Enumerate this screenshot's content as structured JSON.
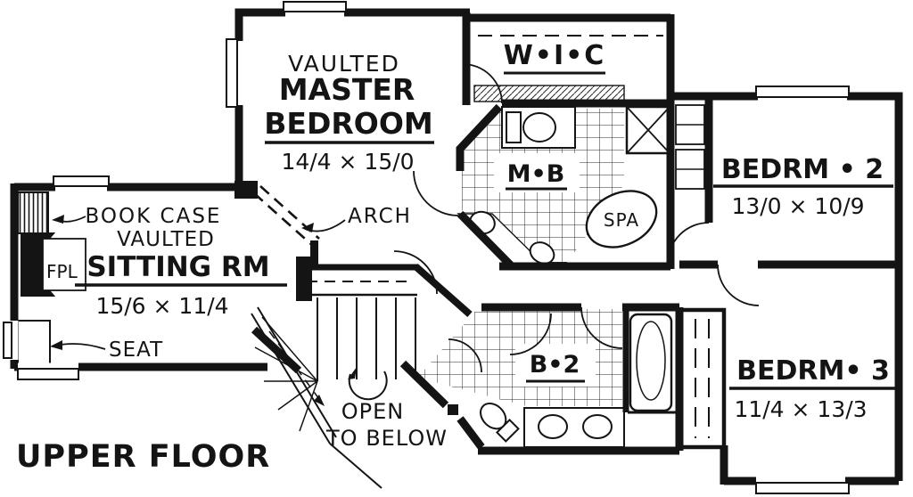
{
  "drawing_title": "UPPER FLOOR",
  "colors": {
    "ink": "#141414",
    "paper": "#ffffff"
  },
  "labels": {
    "master_vaulted": "VAULTED",
    "master_l1": "MASTER",
    "master_l2": "BEDROOM",
    "master_dims": "14/4 × 15/0",
    "wic": "W•I•C",
    "master_bath": "M•B",
    "spa": "SPA",
    "bedroom2": "BEDRM • 2",
    "bedroom2_dims": "13/0 × 10/9",
    "bedroom3": "BEDRM• 3",
    "bedroom3_dims": "11/4 × 13/3",
    "bath2": "B•2",
    "bookcase": "BOOK CASE",
    "sitting_vaulted": "VAULTED",
    "sitting": "SITTING RM",
    "sitting_dims": "15/6 × 11/4",
    "seat": "SEAT",
    "fireplace": "FPL",
    "arch": "ARCH",
    "open_1": "OPEN",
    "open_2": "TO BELOW",
    "floor_title": "UPPER FLOOR"
  }
}
